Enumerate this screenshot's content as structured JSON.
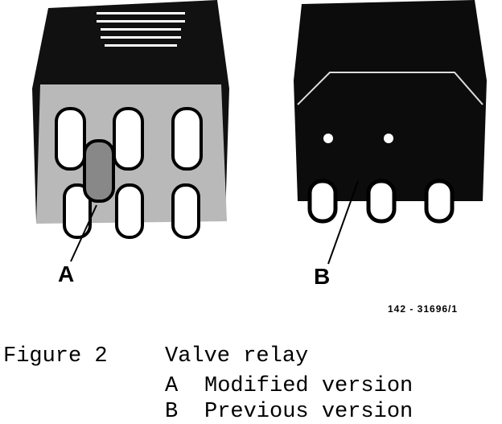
{
  "figure": {
    "label_a": "A",
    "label_b": "B",
    "reference": "142 - 31696/1"
  },
  "caption": {
    "figure_number": "Figure 2",
    "title": "Valve relay",
    "items": [
      {
        "key": "A",
        "text": "Modified version"
      },
      {
        "key": "B",
        "text": "Previous version"
      }
    ]
  }
}
